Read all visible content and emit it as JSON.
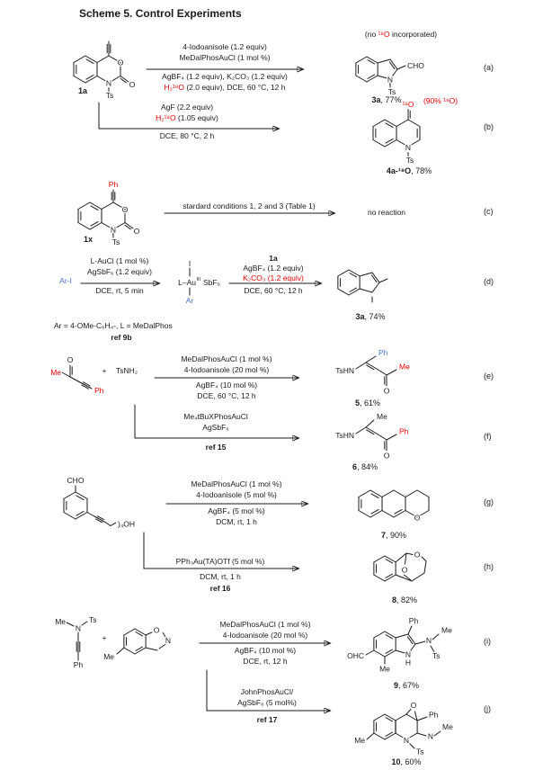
{
  "title": "Scheme 5. Control Experiments",
  "colors": {
    "red": "#e60000",
    "blue": "#4472c4",
    "ink": "#1a1a1a"
  },
  "atoms": {
    "N": "N",
    "O": "O",
    "Ts": "Ts",
    "H": "H",
    "Me": "Me",
    "Ph": "Ph",
    "CHO": "CHO",
    "OHC": "OHC",
    "I": "I",
    "Ar": "Ar",
    "O18": "¹⁸O",
    "TsHN": "TsHN",
    "TsNH2": "TsNH₂",
    "plus": "+",
    "ArI": "Ar-I",
    "LAu": "L–Au",
    "III": "III",
    "SbF6": "SbF₆",
    "chain": ")₄OH"
  },
  "compounds": {
    "c1a": {
      "num": "1a"
    },
    "c3a_a": {
      "num": "3a",
      "rest": ", 77%"
    },
    "c4a": {
      "num": "4a-¹⁸O",
      "rest": ", 78%"
    },
    "c1x": {
      "num": "1x"
    },
    "c3a_d": {
      "num": "3a",
      "rest": ", 74%"
    },
    "c5": {
      "num": "5",
      "rest": ", 61%"
    },
    "c6": {
      "num": "6",
      "rest": ", 84%"
    },
    "c7": {
      "num": "7",
      "rest": ", 90%"
    },
    "c8": {
      "num": "8",
      "rest": ", 82%"
    },
    "c9": {
      "num": "9",
      "rest": ", 67%"
    },
    "c10": {
      "num": "10",
      "rest": ", 60%"
    }
  },
  "rxns": {
    "a": {
      "tag": "(a)",
      "l1": "4-Iodoanisole (1.2 equiv)",
      "l2": "MeDalPhosAuCl (1 mol %)",
      "l3": "AgBF₄ (1.2 equiv), K₂CO₃ (1.2 equiv)",
      "l4_red": "H₂¹⁸O",
      "l4_post": " (2.0 equiv), DCE, 60 °C, 12 h",
      "note_pre": "(no ",
      "note_red": "¹⁸O",
      "note_post": " incorporated)"
    },
    "b": {
      "tag": "(b)",
      "l1": "AgF (2.2 equiv)",
      "l2_red": "H₂¹⁸O",
      "l2_post": " (1.05 equiv)",
      "l3": "DCE, 80 °C, 2 h",
      "note": "(90% ¹⁸O)"
    },
    "c": {
      "tag": "(c)",
      "l1": "stardard conditions 1, 2 and 3 (Table 1)",
      "result": "no reaction"
    },
    "d": {
      "tag": "(d)",
      "s1l1": "L-AuCl (1 mol %)",
      "s1l2": "AgSbF₆ (1.2 equiv)",
      "s1l3": "DCE, rt, 5 min",
      "s2top": "1a",
      "s2l1": "AgBF₄ (1.2 equiv)",
      "s2l2": "K₂CO₃ (1.2 equiv)",
      "s2l3": "DCE, 60 °C, 12 h",
      "foot": "Ar = 4-OMe-C₆H₄-, L = MeDalPhos",
      "ref": "ref 9b"
    },
    "e": {
      "tag": "(e)",
      "l1": "MeDalPhosAuCl (1 mol %)",
      "l2": "4-Iodoanisole (20 mol %)",
      "l3": "AgBF₄ (10 mol %)",
      "l4": "DCE, 60 °C, 12 h"
    },
    "f": {
      "tag": "(f)",
      "l1": "Me₄tBuXPhosAuCl",
      "l2": "AgSbF₆",
      "ref": "ref 15"
    },
    "g": {
      "tag": "(g)",
      "l1": "MeDalPhosAuCl (1 mol %)",
      "l2": "4-Iodoanisole (5 mol %)",
      "l3": "AgBF₄ (5 mol %)",
      "l4": "DCM, rt, 1 h"
    },
    "h": {
      "tag": "(h)",
      "l1": "PPh₃Au(TA)OTf (5 mol %)",
      "l2": "DCM, rt, 1 h",
      "ref": "ref 16"
    },
    "i": {
      "tag": "(i)",
      "l1": "MeDalPhosAuCl (1 mol %)",
      "l2": "4-Iodoanisole (20 mol %)",
      "l3": "AgBF₄ (10 mol %)",
      "l4": "DCE, rt, 12 h"
    },
    "j": {
      "tag": "(j)",
      "l1": "JohnPhosAuCl/",
      "l2": "AgSbF₆ (5 mol%)",
      "ref": "ref 17"
    }
  }
}
